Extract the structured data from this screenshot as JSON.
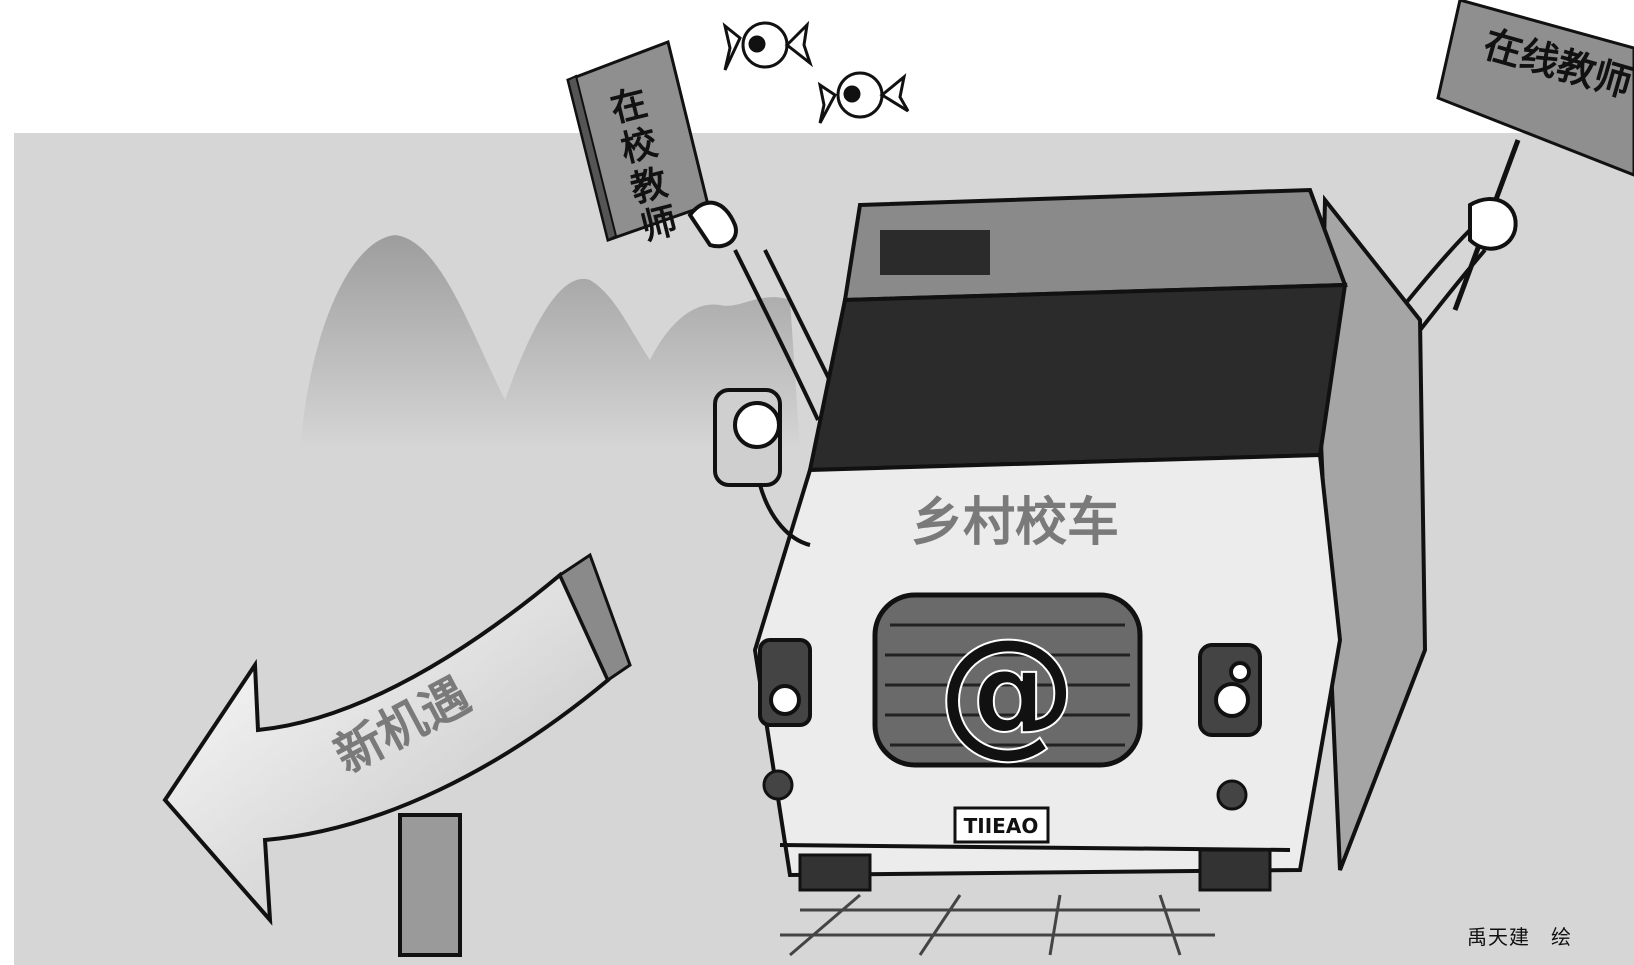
{
  "labels": {
    "left_book": [
      "在",
      "校",
      "教",
      "师"
    ],
    "right_sign": "在线教师",
    "bus_front": "乡村校车",
    "grille_symbol": "@",
    "license_plate": "TIIEAO",
    "arrow_sign": "新机遇"
  },
  "credit": {
    "artist": "禹天建",
    "action": "绘"
  },
  "colors": {
    "background_band": "#d6d6d6",
    "sign_fill": "#8f8f8f",
    "bus_body": "#e8e8e8",
    "ink": "#111111"
  }
}
